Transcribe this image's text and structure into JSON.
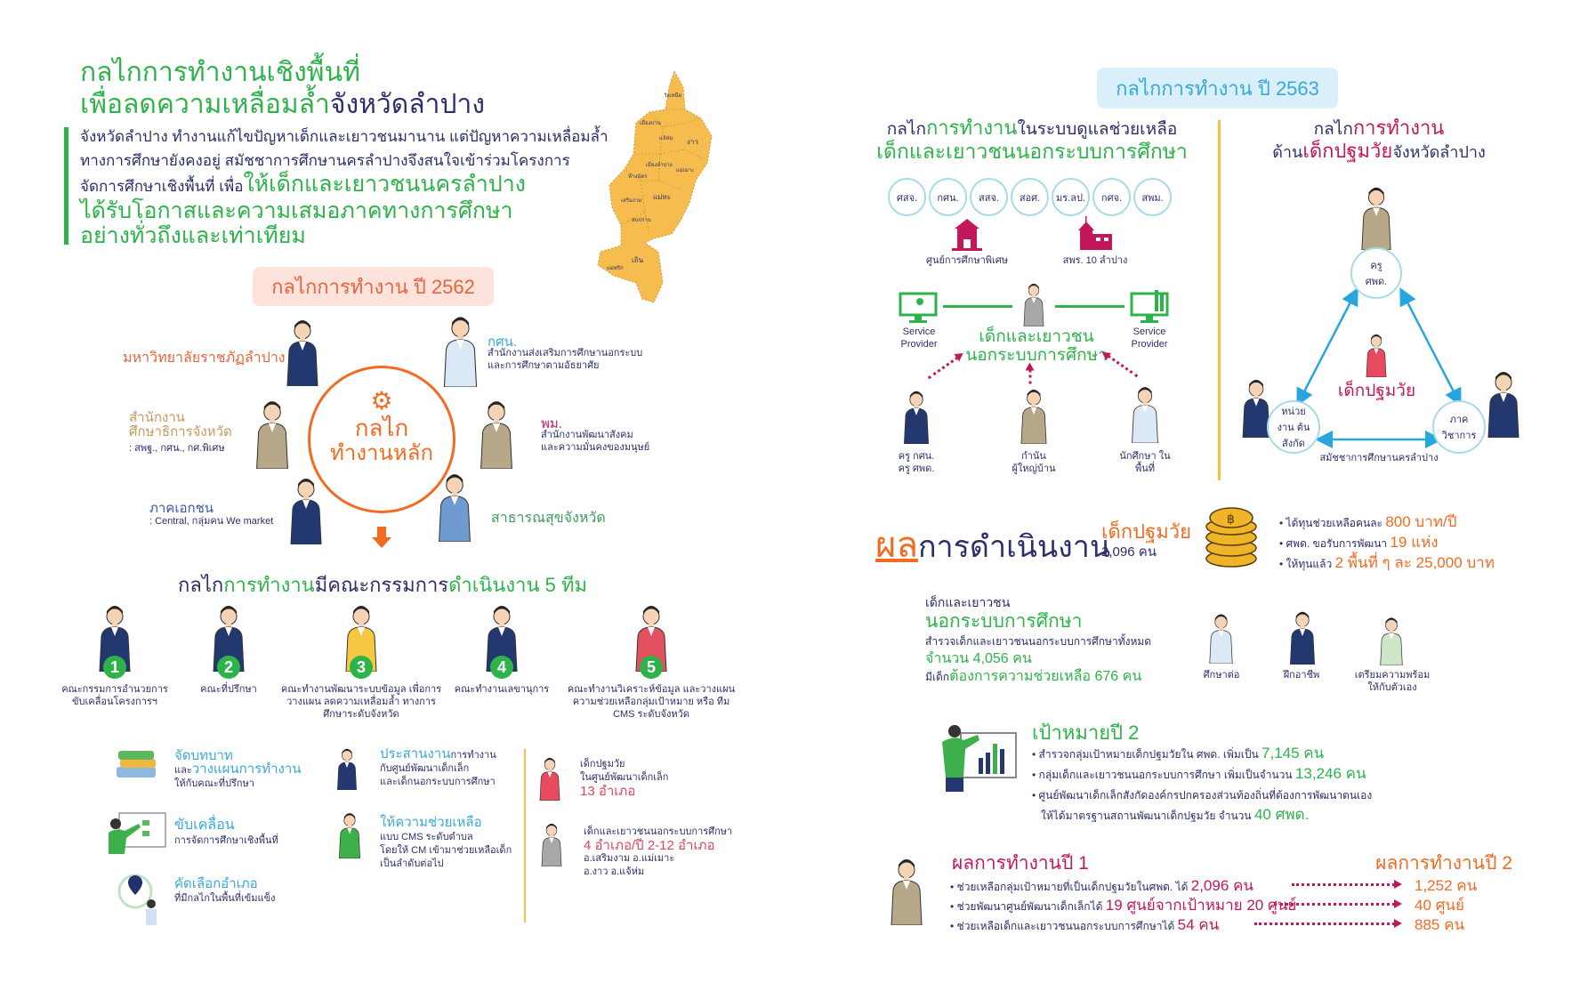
{
  "left": {
    "title_line1": "กลไกการทำงานเชิงพื้นที่",
    "title_line2_green": "เพื่อลดความเหลื่อมล้ำ",
    "title_line2_navy": "จังหวัดลำปาง",
    "intro_line1": "จังหวัดลำปาง ทำงานแก้ไขปัญหาเด็กและเยาวชนมานาน แต่ปัญหาความเหลื่อมล้ำ",
    "intro_line2": "ทางการศึกษายังคงอยู่ สมัชชาการศึกษานครลำปางจึงสนใจเข้าร่วมโครงการ",
    "intro_line3_navy": "จัดการศึกษาเชิงพื้นที่ เพื่อ",
    "intro_line3_green": "ให้เด็กและเยาวชนนครลำปาง",
    "intro_line4": "ได้รับโอกาสและความเสมอภาคทางการศึกษา",
    "intro_line5": "อย่างทั่วถึงและเท่าเทียม",
    "map_districts": [
      "วังเหนือ",
      "เมืองปาน",
      "แจ้ห่ม",
      "งาว",
      "เมืองลำปาง",
      "แม่เมาะ",
      "ห้างฉัตร",
      "แม่ทะ",
      "เสริมงาม",
      "สบปราบ",
      "เถิน",
      "แม่พริก"
    ],
    "badge_2562": "กลไกการทำงาน ปี 2562",
    "core_circle_line1": "กลไก",
    "core_circle_line2": "ทำงานหลัก",
    "partners": {
      "rajabhat": "มหาวิทยาลัยราชภัฏลำปาง",
      "peo_title": "สำนักงาน ศึกษาธิการจังหวัด",
      "peo_sub": ": สพฐ., กศน., กศ.พิเศษ",
      "private_title": "ภาคเอกชน",
      "private_sub": ": Central, กลุ่มคน We market",
      "nfe_title": "กศน.",
      "nfe_sub1": "สำนักงานส่งเสริมการศึกษานอกระบบ",
      "nfe_sub2": "และการศึกษาตามอัธยาศัย",
      "msdhs_title": "พม.",
      "msdhs_sub1": "สำนักงานพัฒนาสังคม",
      "msdhs_sub2": "และความมั่นคงของมนุษย์",
      "health": "สาธารณสุขจังหวัด"
    },
    "teams_heading": {
      "a": "กลไก",
      "b": "การทำงาน",
      "c": "มีคณะกรรมการ",
      "d": "ดำเนินงาน 5 ทีม"
    },
    "teams": [
      {
        "num": "1",
        "label": "คณะกรรมการอำนวยการ ขับเคลื่อนโครงการฯ"
      },
      {
        "num": "2",
        "label": "คณะที่ปรึกษา"
      },
      {
        "num": "3",
        "label": "คณะทำงานพัฒนาระบบข้อมูล เพื่อการวางแผน ลดความเหลื่อมล้ำ ทางการศึกษาระดับจังหวัด"
      },
      {
        "num": "4",
        "label": "คณะทำงานเลขานุการ"
      },
      {
        "num": "5",
        "label": "คณะทำงานวิเคราะห์ข้อมูล และวางแผนความช่วยเหลือกลุ่มเป้าหมาย หรือ ทีม CMS ระดับจังหวัด"
      }
    ],
    "roles": {
      "r1_a": "จัดบทบาท",
      "r1_b": "และ",
      "r1_c": "วางแผนการทำงาน",
      "r1_d": "ให้กับคณะที่ปรึกษา",
      "r2_a": "ขับเคลื่อน",
      "r2_b": "การจัดการศึกษาเชิงพื้นที่",
      "r3_a": "คัดเลือกอำเภอ",
      "r3_b": "ที่มีกลไกในพื้นที่เข้มแข็ง",
      "r4_a": "ประสานงาน",
      "r4_b": "การทำงาน",
      "r4_c": "กับศูนย์พัฒนาเด็กเล็ก",
      "r4_d": "และเด็กนอกระบบการศึกษา",
      "r5_a": "ให้ความช่วยเหลือ",
      "r5_b": "แบบ CMS ระดับตำบล",
      "r5_c": "โดยให้ CM เข้ามาช่วยเหลือเด็ก",
      "r5_d": "เป็นลำดับต่อไป"
    },
    "targets": {
      "t1_a": "เด็กปฐมวัย",
      "t1_b": "ในศูนย์พัฒนาเด็กเล็ก",
      "t1_c": "13 อำเภอ",
      "t2_a": "เด็กและเยาวชนนอกระบบการศึกษา",
      "t2_b": "4 อำเภอ/ปี 2-12 อำเภอ",
      "t2_c": "อ.เสริมงาม อ.แม่เมาะ",
      "t2_d": "อ.งาว อ.แจ้ห่ม"
    }
  },
  "right": {
    "badge_2563": "กลไกการทำงาน ปี 2563",
    "oos_heading": {
      "a": "กลไก",
      "b": "การทำงาน",
      "c": "ในระบบดูแลช่วยเหลือ",
      "d": "เด็กและเยาวชนนอกระบบการศึกษา"
    },
    "agencies": [
      "ศสจ.",
      "กศน.",
      "สสจ.",
      "สอศ.",
      "มร.ลป.",
      "กศจ.",
      "สพม."
    ],
    "building1": "ศูนย์การศึกษาพิเศษ",
    "building2": "สพร. 10 ลำปาง",
    "service_provider_left": "Service Provider",
    "service_provider_right": "Service Provider",
    "oos_center_line1": "เด็กและเยาวชน",
    "oos_center_line2": "นอกระบบการศึกษา",
    "helper1": "ครู กศน. ครู ศพด.",
    "helper2": "กำนัน ผู้ใหญ่บ้าน",
    "helper3": "นักศึกษา ในพื้นที่",
    "ec_heading": {
      "a": "กลไก",
      "b": "การทำงาน",
      "c": "ด้าน",
      "d": "เด็กปฐมวัย",
      "e": "จังหวัดลำปาง"
    },
    "ec_top": "ครู ศพด.",
    "ec_left": "หน่วยงาน ต้นสังกัด",
    "ec_right": "ภาค วิชาการ",
    "ec_center": "เด็กปฐมวัย",
    "ec_bottom": "สมัชชาการศึกษานครลำปาง",
    "results_title_a": "ผล",
    "results_title_b": "การดำเนินงาน",
    "ec_result_title": "เด็กปฐมวัย",
    "ec_result_count": "2,096 คน",
    "ec_bullets": [
      {
        "text": "ได้ทุนช่วยเหลือคนละ ",
        "hl": "800 บาท/ปี"
      },
      {
        "text": "ศพด. ขอรับการพัฒนา ",
        "hl": "19 แห่ง"
      },
      {
        "text": "ให้ทุนแล้ว ",
        "hl": "2 พื้นที่ ๆ ละ 25,000 บาท"
      }
    ],
    "oos_result": {
      "l1": "เด็กและเยาวชน",
      "l2": "นอกระบบการศึกษา",
      "l3": "สำรวจเด็กและเยาวชนนอกระบบการศึกษาทั้งหมด",
      "l4": "จำนวน 4,056 คน",
      "l5a": "มีเด็ก",
      "l5b": "ต้องการความช่วยเหลือ 676 คน"
    },
    "paths": [
      "ศึกษาต่อ",
      "ฝึกอาชีพ",
      "เตรียมความพร้อม ให้กับตัวเอง"
    ],
    "goal_title": "เป้าหมายปี 2",
    "goal_bullets": [
      {
        "text": "สำรวจกลุ่มเป้าหมายเด็กปฐมวัยใน ศพด. เพิ่มเป็น ",
        "hl": "7,145 คน"
      },
      {
        "text": "กลุ่มเด็กและเยาวชนนอกระบบการศึกษา เพิ่มเป็นจำนวน ",
        "hl": "13,246 คน"
      },
      {
        "text": "ศูนย์พัฒนาเด็กเล็กสังกัดองค์กรปกครองส่วนท้องถิ่นที่ต้องการพัฒนาตนเอง",
        "hl": ""
      },
      {
        "text": "ให้ได้มาตรฐานสถานพัฒนาเด็กปฐมวัย จำนวน ",
        "hl": "40 ศพด."
      }
    ],
    "year1_title": "ผลการทำงานปี 1",
    "year2_title": "ผลการทำงานปี 2",
    "year_rows": [
      {
        "text": "ช่วยเหลือกลุ่มเป้าหมายที่เป็นเด็กปฐมวัยในศพด. ได้ ",
        "y1": "2,096 คน",
        "y2": "1,252 คน"
      },
      {
        "text": "ช่วยพัฒนาศูนย์พัฒนาเด็กเล็กได้ ",
        "y1": "19 ศูนย์จากเป้าหมาย 20 ศูนย์",
        "y2": "40 ศูนย์"
      },
      {
        "text": "ช่วยเหลือเด็กและเยาวชนนอกระบบการศึกษาได้ ",
        "y1": "54 คน",
        "y2": "885 คน"
      }
    ]
  },
  "colors": {
    "green": "#2db34a",
    "navy": "#2b2f6b",
    "orange": "#f26b21",
    "magenta": "#c2185b",
    "blue": "#3aa8d8",
    "yellow": "#f5c242"
  }
}
